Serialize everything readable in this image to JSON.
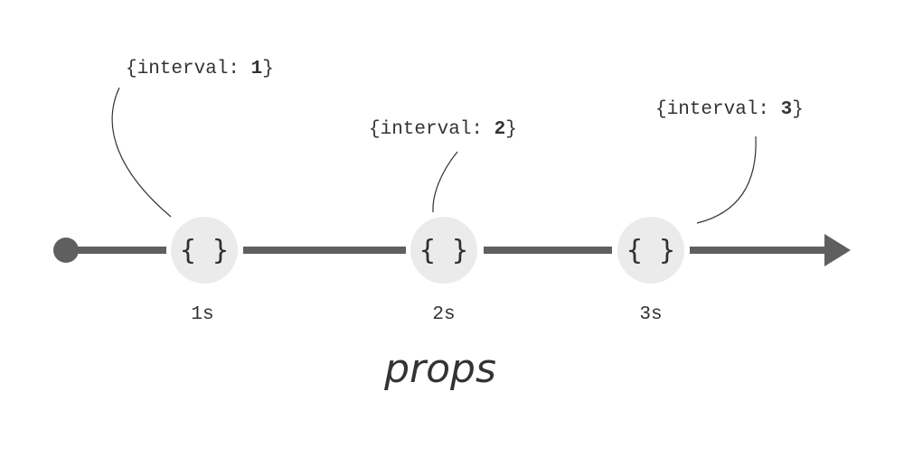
{
  "diagram": {
    "title": "props",
    "colors": {
      "axis": "#5f5f5f",
      "node_fill": "#ebebeb",
      "text": "#333333",
      "callout_line": "#333333"
    },
    "timeline": {
      "start_marker": "filled-circle",
      "end_marker": "arrowhead"
    },
    "nodes": [
      {
        "icon": "{ }",
        "time_label": "1s",
        "annotation_prefix": "{interval: ",
        "annotation_value": "1",
        "annotation_suffix": "}"
      },
      {
        "icon": "{ }",
        "time_label": "2s",
        "annotation_prefix": "{interval: ",
        "annotation_value": "2",
        "annotation_suffix": "}"
      },
      {
        "icon": "{ }",
        "time_label": "3s",
        "annotation_prefix": "{interval: ",
        "annotation_value": "3",
        "annotation_suffix": "}"
      }
    ]
  }
}
